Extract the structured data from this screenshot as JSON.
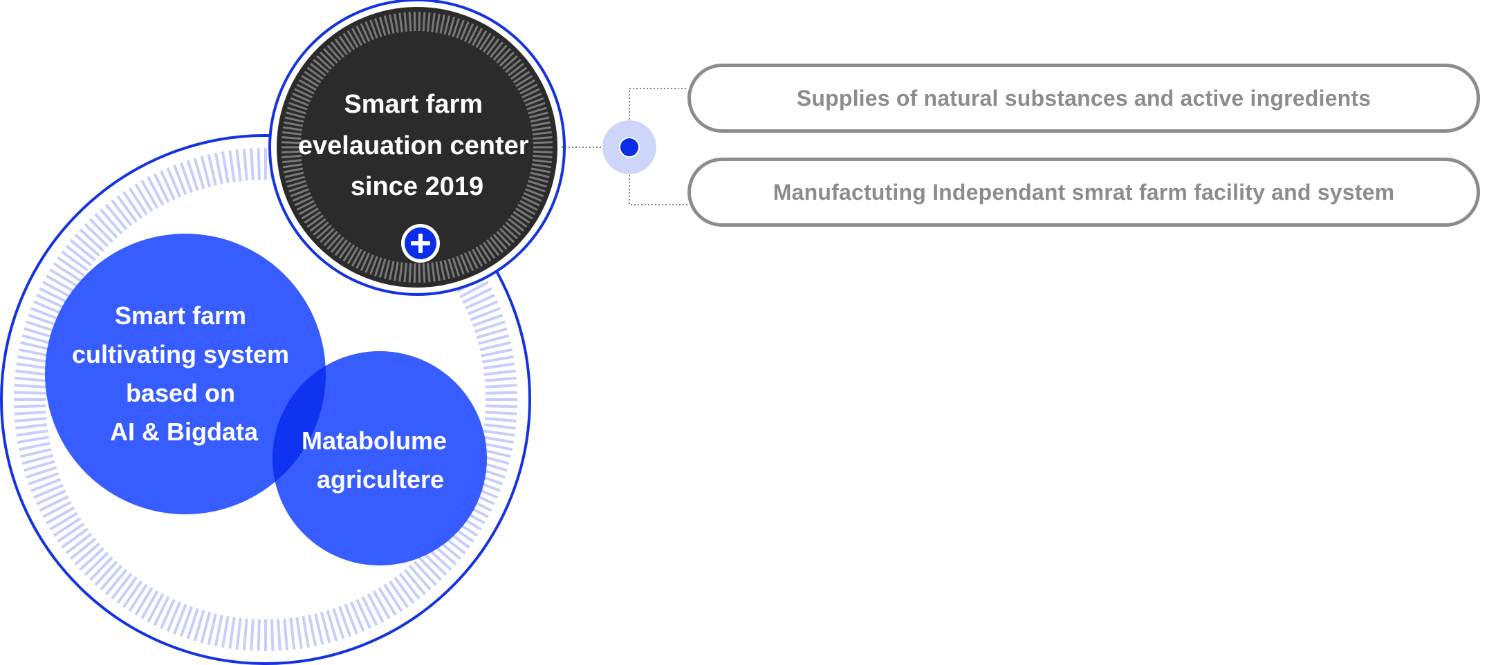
{
  "diagram": {
    "outer_circle": {
      "color": "#1432e0",
      "ring_tick_color": "#c7cff8"
    },
    "evaluation_center": {
      "lines": [
        "Smart farm",
        "evelauation center",
        "since 2019"
      ],
      "fill": "#2b2b2b",
      "tick_color": "#7a7a7a",
      "border_color": "#1432e0",
      "expand_icon": "plus-icon"
    },
    "cultivating_system": {
      "lines": [
        "Smart farm",
        "cultivating system",
        "based on",
        "AI & Bigdata"
      ],
      "fill": "#2f55ff"
    },
    "metabolume": {
      "lines": [
        "Matabolume",
        "agricultere"
      ],
      "fill": "#2f55ff"
    },
    "connector": {
      "node_color": "#0a2ee8",
      "halo_color": "#cdd5fb",
      "line_color": "#555555"
    },
    "items": [
      {
        "label": "Supplies of natural substances and active ingredients"
      },
      {
        "label": "Manufactuting Independant smrat farm facility and system"
      }
    ],
    "item_border_color": "#8c8c8c"
  }
}
